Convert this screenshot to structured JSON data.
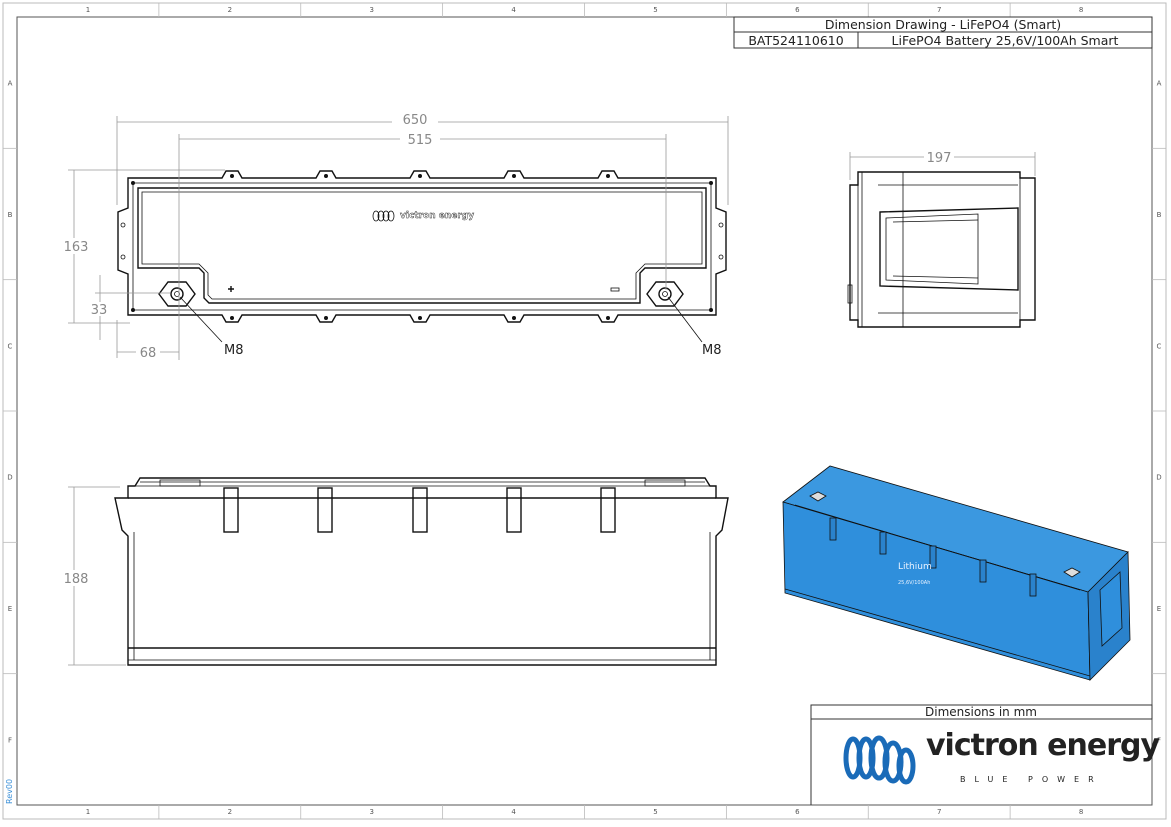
{
  "title_block": {
    "title": "Dimension Drawing - LiFePO4 (Smart)",
    "part_number": "BAT524110610",
    "description": "LiFePO4 Battery 25,6V/100Ah Smart"
  },
  "grid": {
    "columns": [
      "1",
      "2",
      "3",
      "4",
      "5",
      "6",
      "7",
      "8"
    ],
    "rows": [
      "A",
      "B",
      "C",
      "D",
      "E",
      "F"
    ]
  },
  "dimensions": {
    "length": "650",
    "terminal_spacing": "515",
    "width": "163",
    "terminal_offset_y": "33",
    "terminal_offset_x": "68",
    "side_width": "197",
    "height": "188",
    "thread_left": "M8",
    "thread_right": "M8"
  },
  "units_note": "Dimensions in mm",
  "logo": {
    "brand": "victron energy",
    "tagline": "BLUE POWER"
  },
  "product_label": {
    "line1": "Lithium",
    "line2": "25,6V/100Ah"
  },
  "revision": "Rev00",
  "colors": {
    "battery_blue": "#2f8fdc",
    "logo_blue": "#1a6bb8",
    "revision_blue": "#3a8fd8"
  }
}
